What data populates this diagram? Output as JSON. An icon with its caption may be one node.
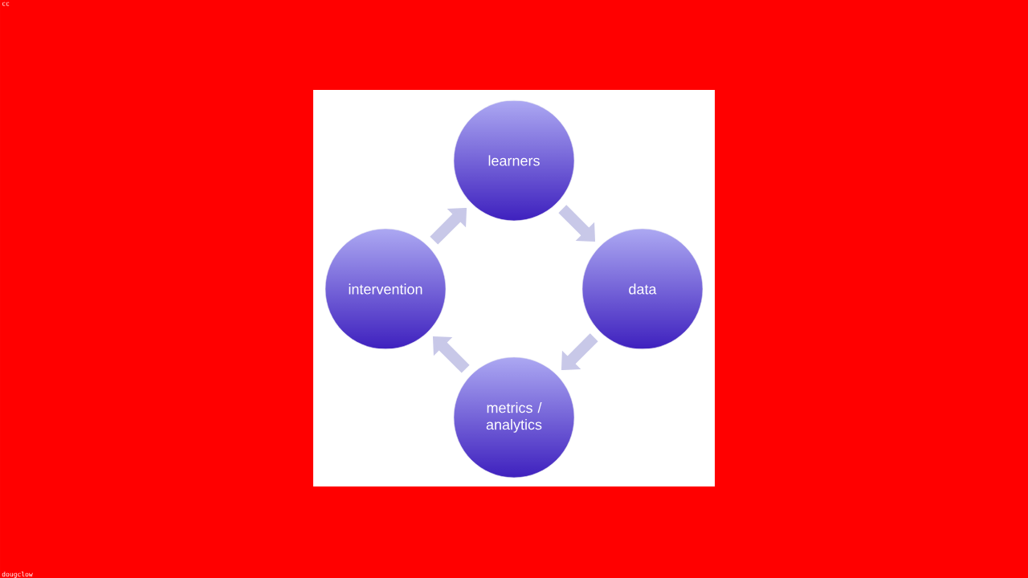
{
  "diagram": {
    "nodes": [
      {
        "text": [
          "learners"
        ]
      },
      {
        "text": [
          "data"
        ]
      },
      {
        "text": [
          "metrics / analytics"
        ]
      },
      {
        "text": [
          "intervention"
        ]
      }
    ],
    "edges": [
      {
        "from": 0,
        "to": 1,
        "arrow": "to"
      },
      {
        "from": 1,
        "to": 2,
        "arrow": "to"
      },
      {
        "from": 2,
        "to": 3,
        "arrow": "to"
      },
      {
        "from": 3,
        "to": 0,
        "arrow": "to"
      }
    ],
    "labels": [
      "cc",
      "dougclow"
    ]
  }
}
